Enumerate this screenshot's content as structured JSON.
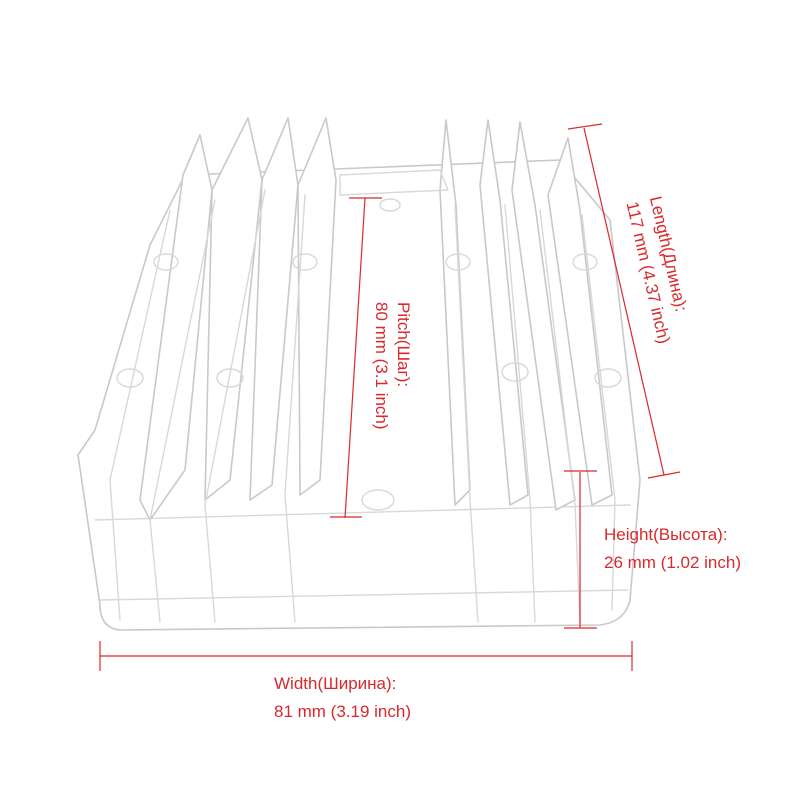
{
  "image": {
    "subject": "heatsink-regulator",
    "line_color": "#d9292b",
    "part_outline_color": "#d0d0d0"
  },
  "dimensions": {
    "length": {
      "label": "Length(Длина):",
      "value": "117 mm (4.37 inch)"
    },
    "pitch": {
      "label": "Pitch(Шаг):",
      "value": "80 mm (3.1 inch)"
    },
    "height": {
      "label": "Height(Высота):",
      "value": "26 mm (1.02 inch)"
    },
    "width": {
      "label": "Width(Ширина):",
      "value": "81 mm (3.19 inch)"
    }
  }
}
